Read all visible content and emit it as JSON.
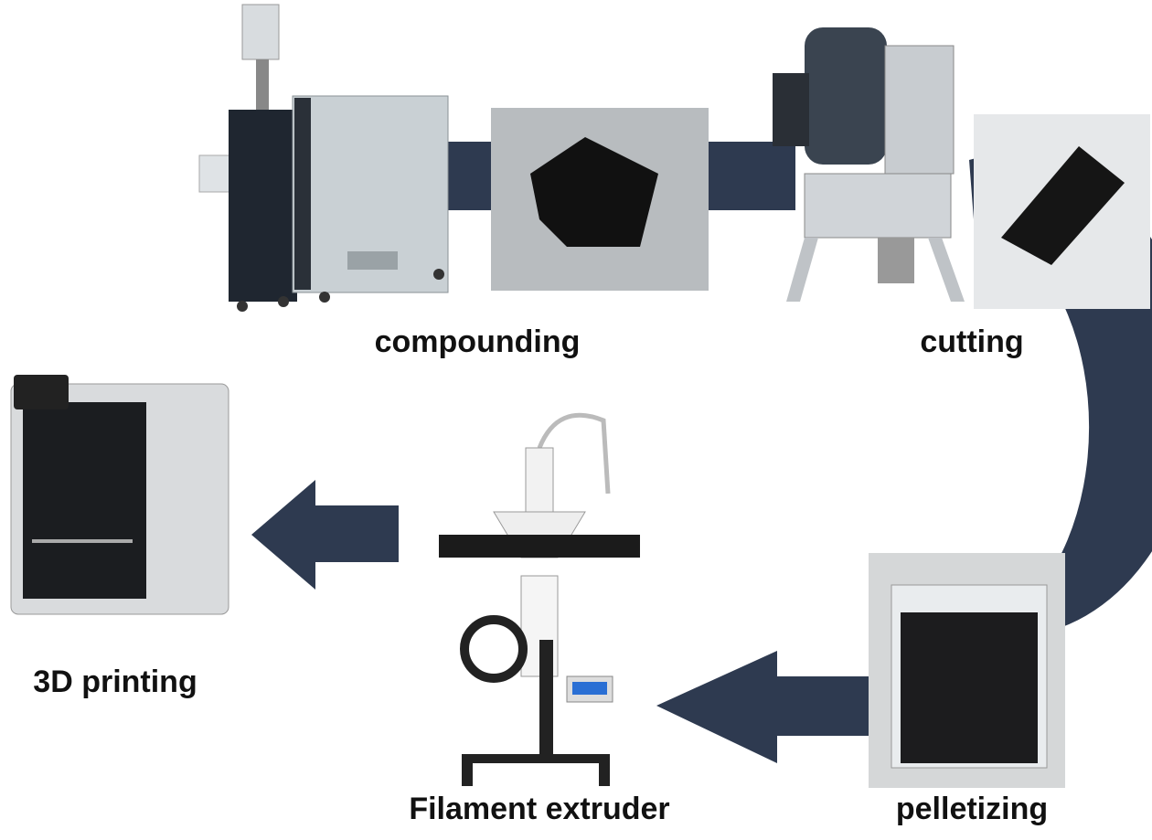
{
  "steps": {
    "compounding": "compounding",
    "cutting": "cutting",
    "pelletizing": "pelletizing",
    "extruder": "Filament extruder",
    "printing": "3D printing"
  },
  "colors": {
    "arrow": "#2e3a50"
  }
}
